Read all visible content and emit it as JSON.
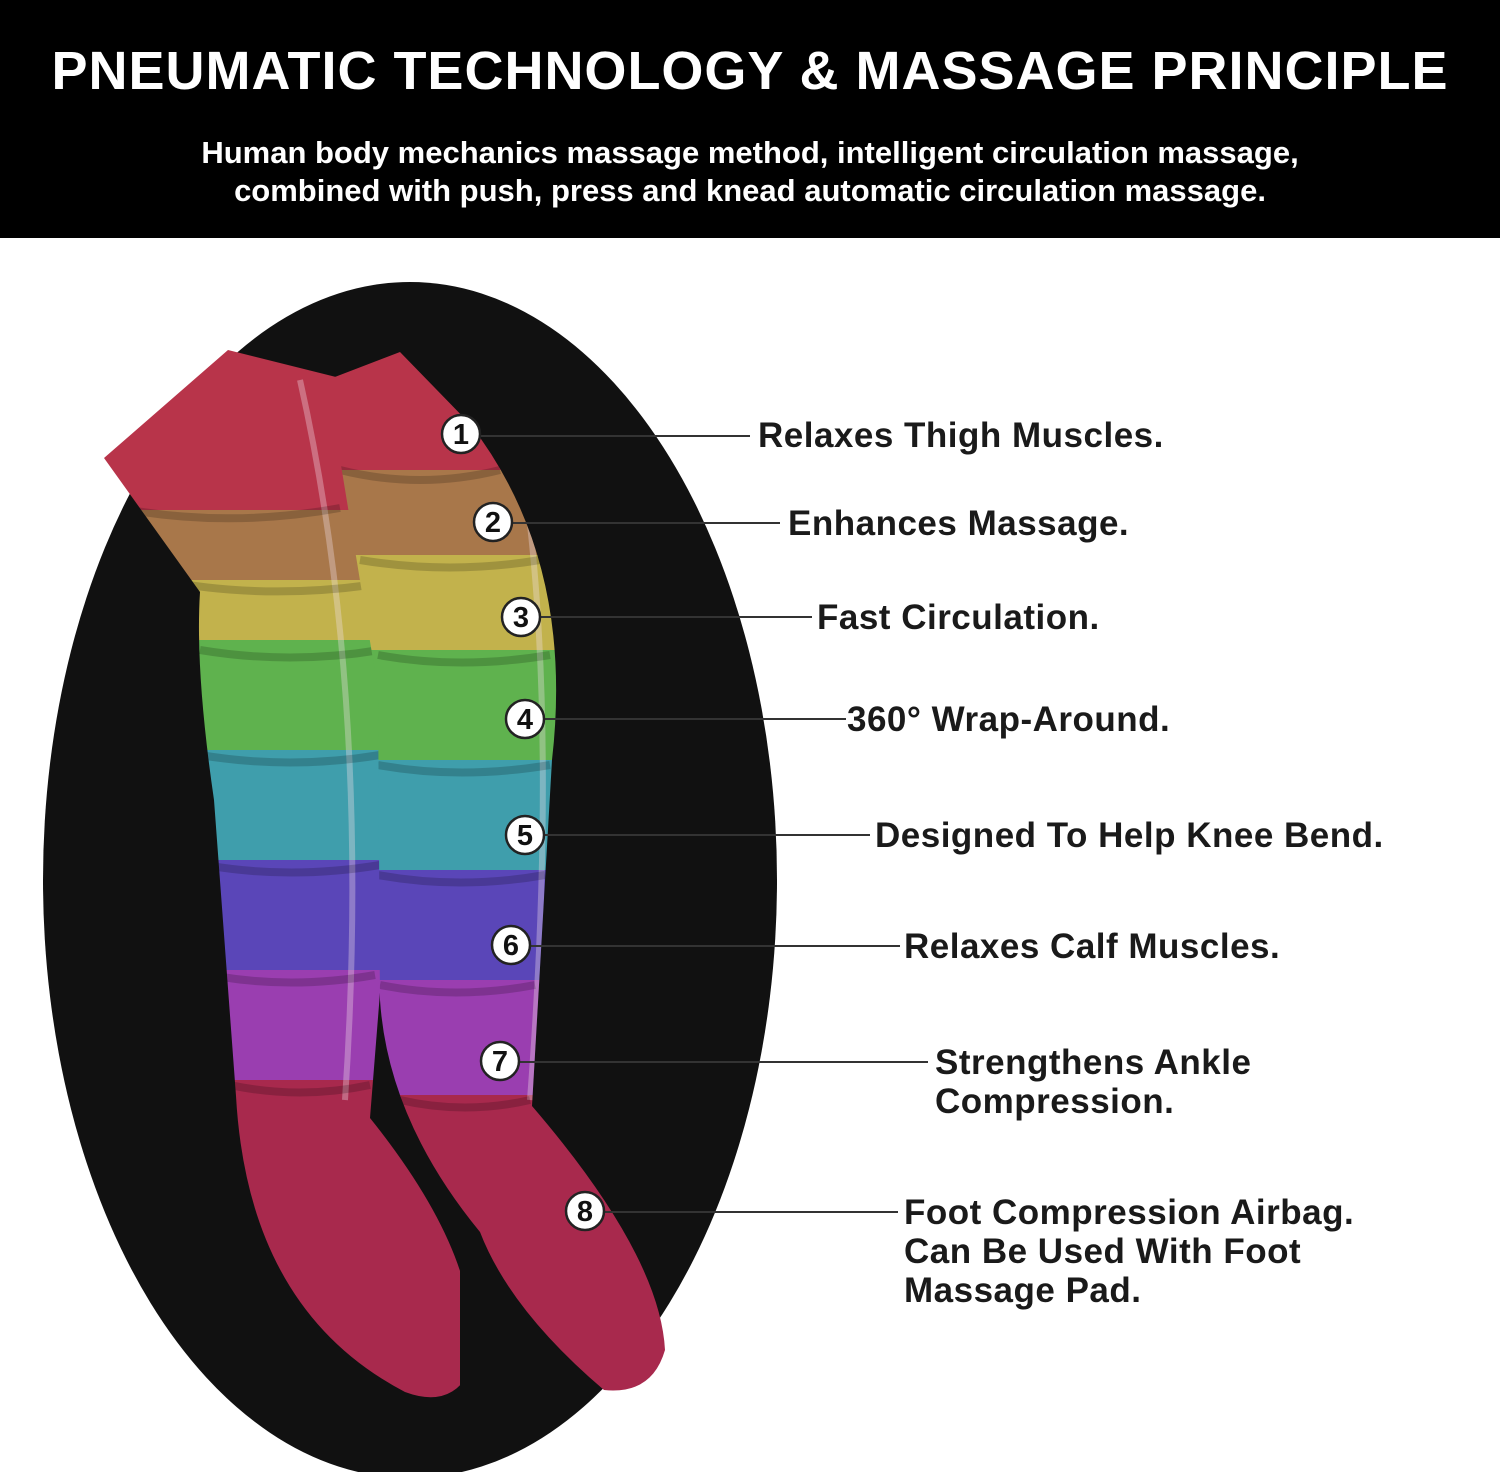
{
  "header": {
    "title": "PNEUMATIC TECHNOLOGY & MASSAGE PRINCIPLE",
    "subtitle_lines": [
      "Human body mechanics massage method, intelligent circulation massage,",
      "combined with push, press and knead automatic circulation massage."
    ]
  },
  "callouts": [
    {
      "number": "1",
      "label_lines": [
        "Relaxes Thigh Muscles."
      ]
    },
    {
      "number": "2",
      "label_lines": [
        "Enhances Massage."
      ]
    },
    {
      "number": "3",
      "label_lines": [
        "Fast Circulation."
      ]
    },
    {
      "number": "4",
      "label_lines": [
        "360° Wrap-Around."
      ]
    },
    {
      "number": "5",
      "label_lines": [
        "Designed To Help Knee Bend."
      ]
    },
    {
      "number": "6",
      "label_lines": [
        "Relaxes Calf Muscles."
      ]
    },
    {
      "number": "7",
      "label_lines": [
        "Strengthens Ankle",
        "Compression."
      ]
    },
    {
      "number": "8",
      "label_lines": [
        "Foot Compression Airbag.",
        "Can Be Used With Foot",
        "Massage Pad."
      ]
    }
  ],
  "colors": {
    "header_background": "#000000",
    "ellipse_background": "#111111",
    "zone_1": "#b8344a",
    "zone_2": "#a8774a",
    "zone_3": "#c2b24c",
    "zone_4": "#5fb24e",
    "zone_5": "#3f9eac",
    "zone_6": "#5a46b8",
    "zone_7": "#9a3eb0",
    "zone_8": "#a8294d"
  }
}
